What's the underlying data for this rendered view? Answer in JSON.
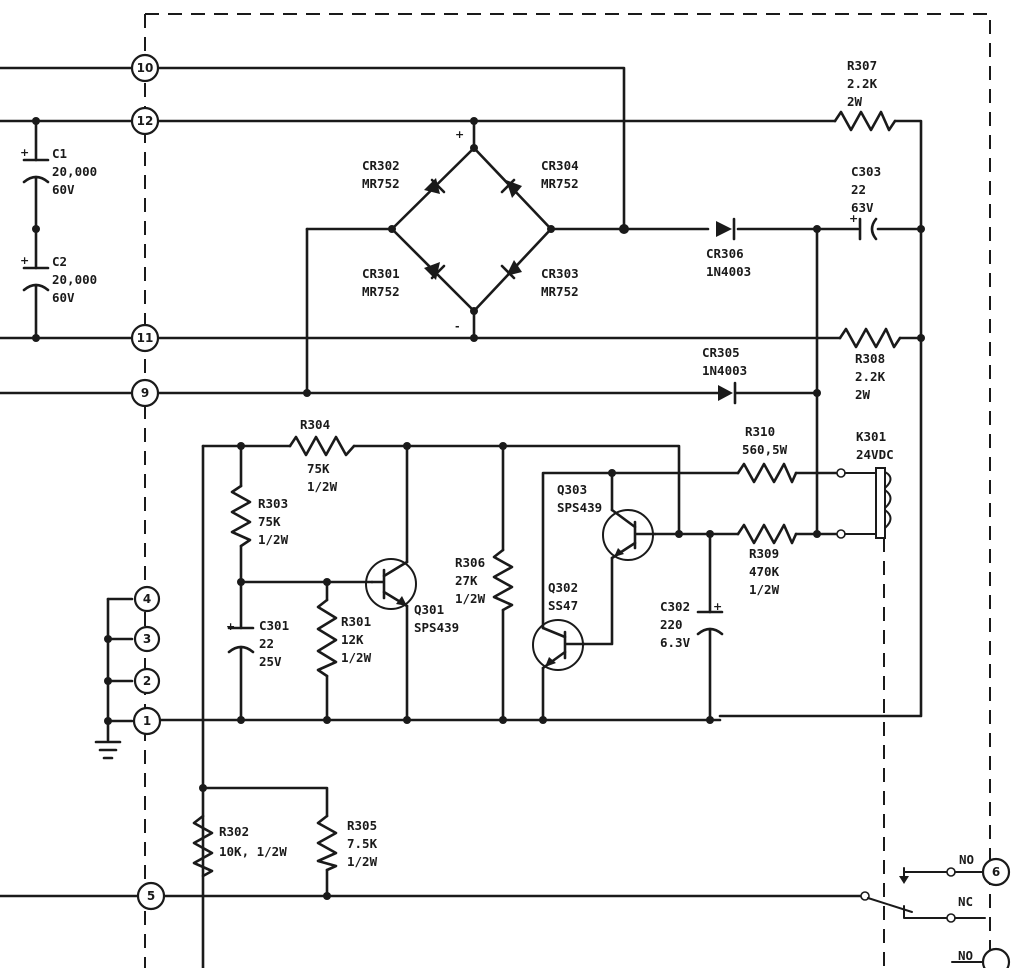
{
  "terminals": {
    "t10": "10",
    "t12": "12",
    "t11": "11",
    "t9": "9",
    "t4": "4",
    "t3": "3",
    "t2": "2",
    "t1": "1",
    "t5": "5",
    "t6": "6"
  },
  "components": {
    "C1": {
      "ref": "C1",
      "value": "20,000",
      "rating": "60V"
    },
    "C2": {
      "ref": "C2",
      "value": "20,000",
      "rating": "60V"
    },
    "CR302": {
      "ref": "CR302",
      "part": "MR752"
    },
    "CR304": {
      "ref": "CR304",
      "part": "MR752"
    },
    "CR301": {
      "ref": "CR301",
      "part": "MR752"
    },
    "CR303": {
      "ref": "CR303",
      "part": "MR752"
    },
    "R307": {
      "ref": "R307",
      "value": "2.2K",
      "rating": "2W"
    },
    "C303": {
      "ref": "C303",
      "value": "22",
      "rating": "63V"
    },
    "CR306": {
      "ref": "CR306",
      "part": "1N4003"
    },
    "CR305": {
      "ref": "CR305",
      "part": "1N4003"
    },
    "R308": {
      "ref": "R308",
      "value": "2.2K",
      "rating": "2W"
    },
    "R304": {
      "ref": "R304",
      "value": "75K",
      "rating": "1/2W"
    },
    "R310": {
      "ref": "R310",
      "value": "560,5W"
    },
    "K301": {
      "ref": "K301",
      "rating": "24VDC"
    },
    "R303": {
      "ref": "R303",
      "value": "75K",
      "rating": "1/2W"
    },
    "Q303": {
      "ref": "Q303",
      "part": "SPS439"
    },
    "R306": {
      "ref": "R306",
      "value": "27K",
      "rating": "1/2W"
    },
    "R309": {
      "ref": "R309",
      "value": "470K",
      "rating": "1/2W"
    },
    "Q302": {
      "ref": "Q302",
      "part": "SS47"
    },
    "C301": {
      "ref": "C301",
      "value": "22",
      "rating": "25V"
    },
    "R301": {
      "ref": "R301",
      "value": "12K",
      "rating": "1/2W"
    },
    "Q301": {
      "ref": "Q301",
      "part": "SPS439"
    },
    "C302": {
      "ref": "C302",
      "value": "220",
      "rating": "6.3V"
    },
    "R302": {
      "ref": "R302",
      "value": "10K, 1/2W"
    },
    "R305": {
      "ref": "R305",
      "value": "7.5K",
      "rating": "1/2W"
    }
  },
  "contacts": {
    "no_upper": "NO",
    "nc": "NC",
    "no_lower": "NO"
  },
  "polarity": {
    "plus": "+",
    "minus": "-"
  }
}
